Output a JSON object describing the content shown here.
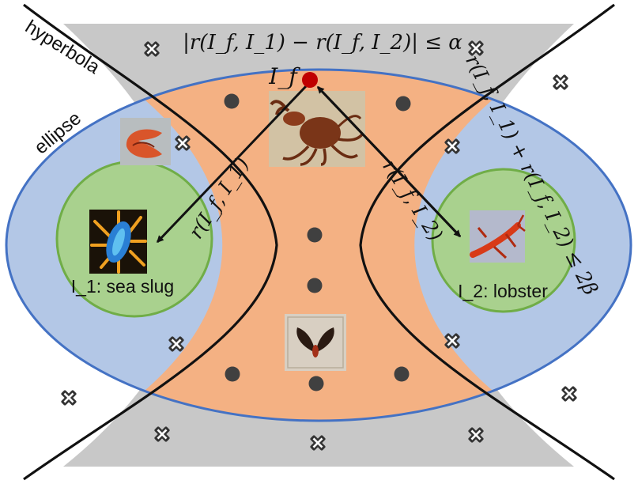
{
  "labels": {
    "hyperbola": "hyperbola",
    "ellipse": "ellipse",
    "hyperbola_condition": "|r(I_f, I_1) − r(I_f, I_2)| ≤ α",
    "ellipse_condition": "r(I_f, I_1) + r(I_f, I_2) ≤ 2β",
    "focus_point": "I_f",
    "distance_1": "r(I_f, I_1)",
    "distance_2": "r(I_f, I_2)",
    "class_1": "I_1: sea slug",
    "class_2": "I_2: lobster"
  },
  "colors": {
    "ellipse_fill": "#b3c7e6",
    "ellipse_stroke": "#4472c4",
    "hyperbola_region_fill": "#f4b183",
    "outside_region_fill": "#c8c8c8",
    "circle_fill": "#a9d18e",
    "circle_stroke": "#70ad47",
    "dot": "#404040",
    "focus_dot": "#c00000"
  },
  "icons": {
    "cross_marker": "x-cross-icon",
    "dot_marker": "filled-circle-icon"
  }
}
